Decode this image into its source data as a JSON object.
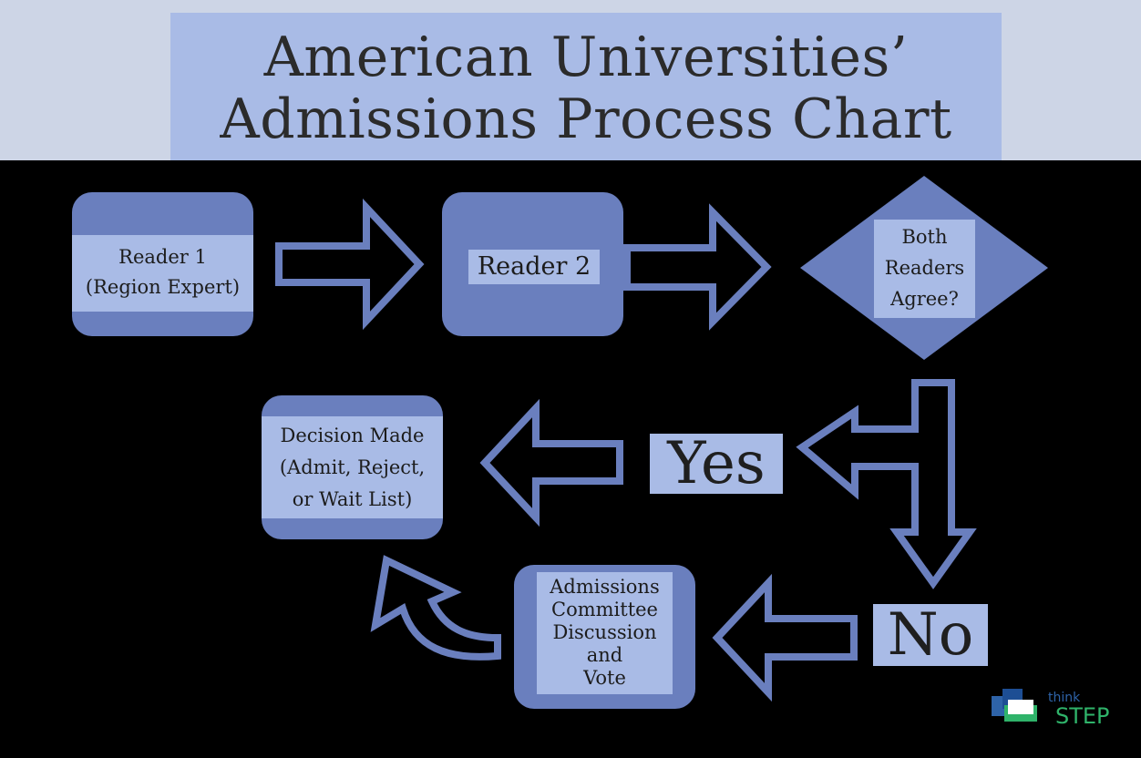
{
  "title": {
    "line1": "American Universities’",
    "line2": "Admissions Process Chart"
  },
  "nodes": {
    "reader1": {
      "line1": "Reader 1",
      "line2": "(Region Expert)"
    },
    "reader2": {
      "label": "Reader 2"
    },
    "decision": {
      "line1": "Both",
      "line2": "Readers",
      "line3": "Agree?"
    },
    "decision_made": {
      "line1": "Decision Made",
      "line2": "(Admit, Reject,",
      "line3": "or Wait List)"
    },
    "committee": {
      "line1": "Admissions",
      "line2": "Committee",
      "line3": "Discussion",
      "line4": "and",
      "line5": "Vote"
    }
  },
  "branches": {
    "yes": "Yes",
    "no": "No"
  },
  "logo": {
    "think": "think",
    "step": "STEP"
  },
  "colors": {
    "header_bg": "#cdd5e6",
    "title_bg": "#a9bbe6",
    "node_fill": "#6a7fbe",
    "label_bg": "#a9bbe6",
    "background": "#000000",
    "logo_blue": "#2e63a8",
    "logo_green": "#2fb36a"
  }
}
